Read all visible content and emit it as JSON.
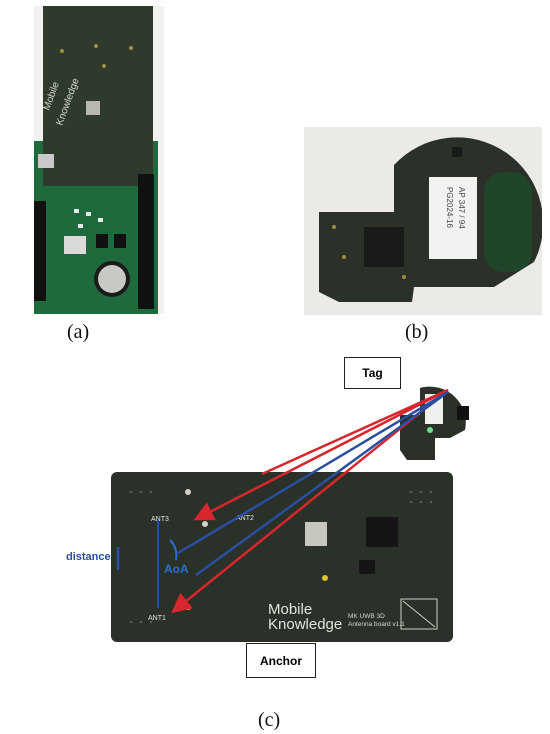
{
  "captions": {
    "a": "(a)",
    "b": "(b)",
    "c": "(c)"
  },
  "labels": {
    "tag": "Tag",
    "anchor": "Anchor",
    "distance": "distance",
    "aoa": "AoA",
    "ant1": "ANT1",
    "ant2": "ANT2",
    "ant3": "ANT3"
  },
  "board_text": {
    "brand_line1": "Mobile",
    "brand_line2": "Knowledge",
    "board_name_line1": "MK UWB 3D",
    "board_name_line2": "Antenna board v1.1"
  },
  "tag_sticker_text": [
    "PG2024-16",
    "AP 347 / 94"
  ],
  "colors": {
    "pcb_dark": "#2b3329",
    "pcb_green": "#1f5a36",
    "arrow_red": "#d7262c",
    "arrow_blue": "#2a4fa0",
    "aoa_blue": "#2a6fd1"
  }
}
